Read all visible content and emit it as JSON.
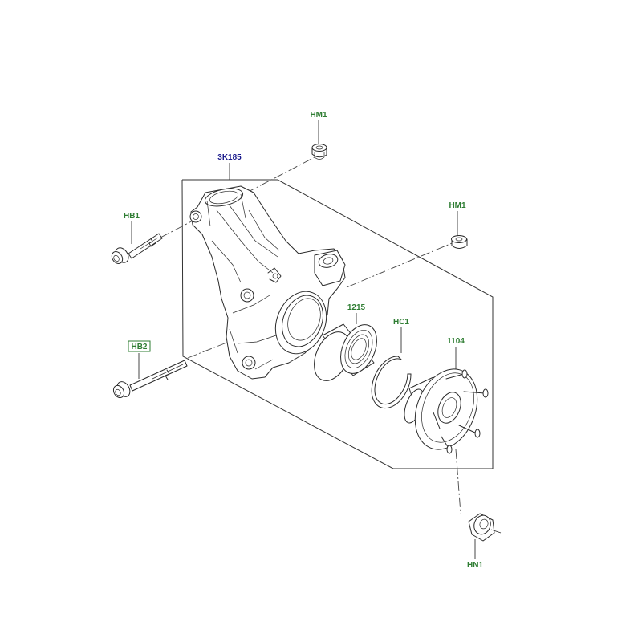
{
  "colors": {
    "callout_green": "#2e7d32",
    "callout_blue": "#1a1a8c",
    "callout_box": "#2e7d32",
    "line": "#2a2a2a"
  },
  "callouts": {
    "knuckle": "3K185",
    "nut_top": "HM1",
    "nut_right": "HM1",
    "bolt_upper": "HB1",
    "bolt_lower": "HB2",
    "bearing": "1215",
    "circlip": "HC1",
    "hub": "1104",
    "hub_nut": "HN1"
  }
}
